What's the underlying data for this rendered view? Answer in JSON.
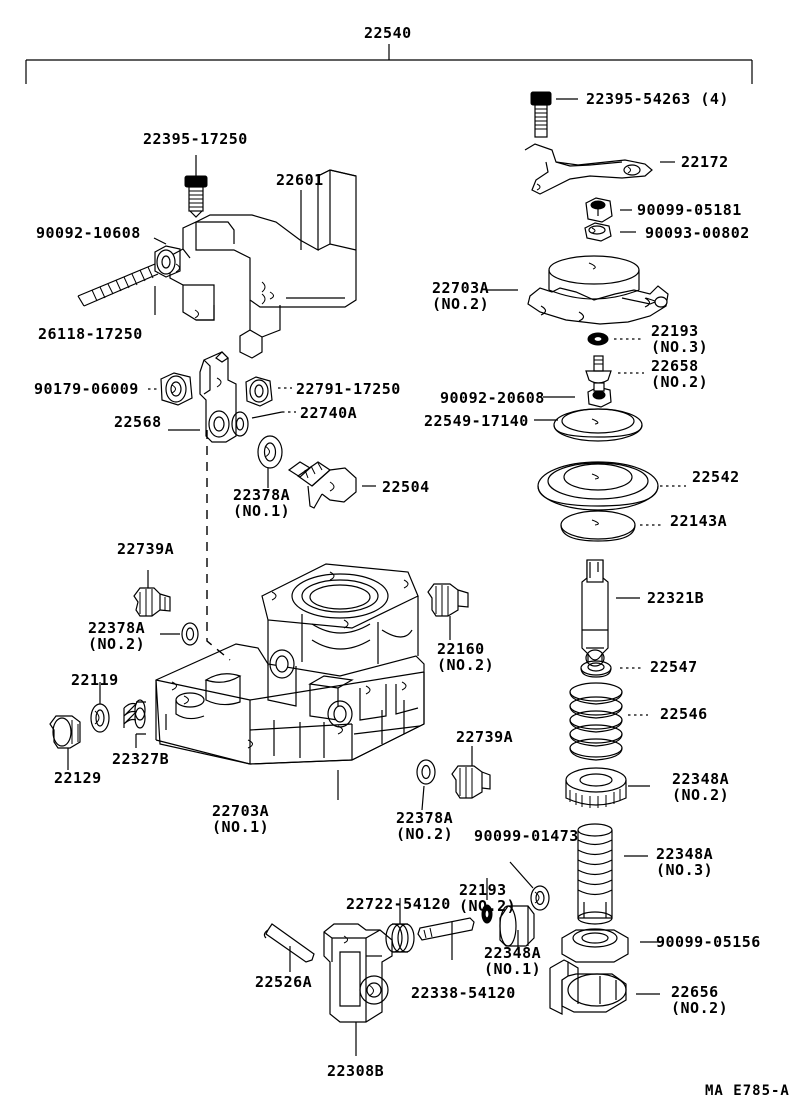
{
  "sheet": {
    "assembly_number": "22540",
    "footer_code": "MA E785-A"
  },
  "callouts": [
    {
      "id": "c22540",
      "text": "22540",
      "note": ""
    },
    {
      "id": "c22395-54263",
      "text": "22395-54263 (4)",
      "note": ""
    },
    {
      "id": "c22172",
      "text": "22172",
      "note": ""
    },
    {
      "id": "c90099-05181",
      "text": "90099-05181",
      "note": ""
    },
    {
      "id": "c90093-00802",
      "text": "90093-00802",
      "note": ""
    },
    {
      "id": "c22395-17250",
      "text": "22395-17250",
      "note": ""
    },
    {
      "id": "c22601",
      "text": "22601",
      "note": ""
    },
    {
      "id": "c90092-10608",
      "text": "90092-10608",
      "note": ""
    },
    {
      "id": "c26118-17250",
      "text": "26118-17250",
      "note": ""
    },
    {
      "id": "c22703A-2",
      "text": "22703A",
      "note": "(NO.2)"
    },
    {
      "id": "c22193-3",
      "text": "22193",
      "note": "(NO.3)"
    },
    {
      "id": "c22658-2",
      "text": "22658",
      "note": "(NO.2)"
    },
    {
      "id": "c90092-20608",
      "text": "90092-20608",
      "note": ""
    },
    {
      "id": "c22549-17140",
      "text": "22549-17140",
      "note": ""
    },
    {
      "id": "c22542",
      "text": "22542",
      "note": ""
    },
    {
      "id": "c22143A",
      "text": "22143A",
      "note": ""
    },
    {
      "id": "c90179-06009",
      "text": "90179-06009",
      "note": ""
    },
    {
      "id": "c22791-17250",
      "text": "22791-17250",
      "note": ""
    },
    {
      "id": "c22568",
      "text": "22568",
      "note": ""
    },
    {
      "id": "c22740A",
      "text": "22740A",
      "note": ""
    },
    {
      "id": "c22378A-1",
      "text": "22378A",
      "note": "(NO.1)"
    },
    {
      "id": "c22504",
      "text": "22504",
      "note": ""
    },
    {
      "id": "c22739A-top",
      "text": "22739A",
      "note": ""
    },
    {
      "id": "c22378A-2top",
      "text": "22378A",
      "note": "(NO.2)"
    },
    {
      "id": "c22119",
      "text": "22119",
      "note": ""
    },
    {
      "id": "c22327B",
      "text": "22327B",
      "note": ""
    },
    {
      "id": "c22129",
      "text": "22129",
      "note": ""
    },
    {
      "id": "c22703A-1",
      "text": "22703A",
      "note": "(NO.1)"
    },
    {
      "id": "c22160-2",
      "text": "22160",
      "note": "(NO.2)"
    },
    {
      "id": "c22739A-bot",
      "text": "22739A",
      "note": ""
    },
    {
      "id": "c22378A-2bot",
      "text": "22378A",
      "note": "(NO.2)"
    },
    {
      "id": "c22321B",
      "text": "22321B",
      "note": ""
    },
    {
      "id": "c22547",
      "text": "22547",
      "note": ""
    },
    {
      "id": "c22546",
      "text": "22546",
      "note": ""
    },
    {
      "id": "c22348A-2",
      "text": "22348A",
      "note": "(NO.2)"
    },
    {
      "id": "c22348A-3",
      "text": "22348A",
      "note": "(NO.3)"
    },
    {
      "id": "c90099-05156",
      "text": "90099-05156",
      "note": ""
    },
    {
      "id": "c22656-2",
      "text": "22656",
      "note": "(NO.2)"
    },
    {
      "id": "c90099-01473",
      "text": "90099-01473",
      "note": ""
    },
    {
      "id": "c22193-2",
      "text": "22193",
      "note": "(NO.2)"
    },
    {
      "id": "c22348A-1",
      "text": "22348A",
      "note": "(NO.1)"
    },
    {
      "id": "c22722-54120",
      "text": "22722-54120",
      "note": ""
    },
    {
      "id": "c22338-54120",
      "text": "22338-54120",
      "note": ""
    },
    {
      "id": "c22526A",
      "text": "22526A",
      "note": ""
    },
    {
      "id": "c22308B",
      "text": "22308B",
      "note": ""
    }
  ]
}
